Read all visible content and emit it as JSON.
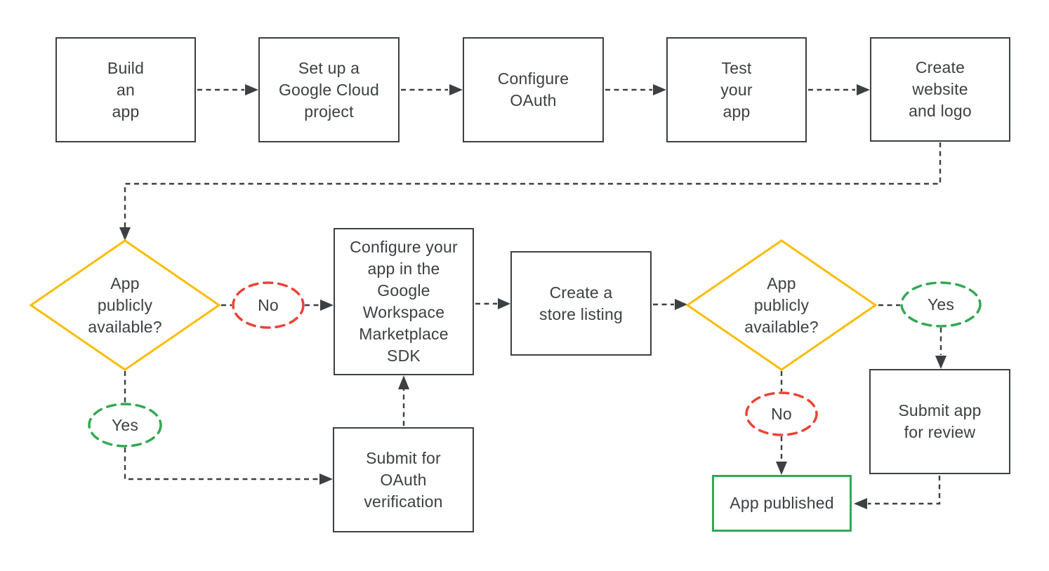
{
  "diagram": {
    "colors": {
      "outline": "#3c4043",
      "text": "#3c4043",
      "decision_yellow": "#fbbc04",
      "yes_green": "#34a853",
      "no_red": "#ea4335",
      "published_green": "#34a853"
    },
    "nodes": {
      "build_app": {
        "type": "process",
        "label": [
          "Build",
          "an",
          "app"
        ]
      },
      "setup_project": {
        "type": "process",
        "label": [
          "Set up a",
          "Google Cloud",
          "project"
        ]
      },
      "configure_oauth": {
        "type": "process",
        "label": [
          "Configure",
          "OAuth"
        ]
      },
      "test_app": {
        "type": "process",
        "label": [
          "Test",
          "your",
          "app"
        ]
      },
      "create_website": {
        "type": "process",
        "label": [
          "Create",
          "website",
          "and logo"
        ]
      },
      "decision_1": {
        "type": "decision",
        "label": [
          "App",
          "publicly",
          "available?"
        ]
      },
      "no_1": {
        "type": "answer-no",
        "label": "No"
      },
      "yes_1": {
        "type": "answer-yes",
        "label": "Yes"
      },
      "configure_sdk": {
        "type": "process",
        "label": [
          "Configure your",
          "app in the",
          "Google",
          "Workspace",
          "Marketplace",
          "SDK"
        ]
      },
      "store_listing": {
        "type": "process",
        "label": [
          "Create a",
          "store listing"
        ]
      },
      "decision_2": {
        "type": "decision",
        "label": [
          "App",
          "publicly",
          "available?"
        ]
      },
      "yes_2": {
        "type": "answer-yes",
        "label": "Yes"
      },
      "no_2": {
        "type": "answer-no",
        "label": "No"
      },
      "submit_review": {
        "type": "process",
        "label": [
          "Submit app",
          "for review"
        ]
      },
      "submit_oauth": {
        "type": "process",
        "label": [
          "Submit for",
          "OAuth",
          "verification"
        ]
      },
      "app_published": {
        "type": "terminal",
        "label": "App published"
      }
    },
    "edges": [
      {
        "from": "build_app",
        "to": "setup_project"
      },
      {
        "from": "setup_project",
        "to": "configure_oauth"
      },
      {
        "from": "configure_oauth",
        "to": "test_app"
      },
      {
        "from": "test_app",
        "to": "create_website"
      },
      {
        "from": "create_website",
        "to": "decision_1"
      },
      {
        "from": "decision_1",
        "to": "configure_sdk",
        "label": "No"
      },
      {
        "from": "decision_1",
        "to": "submit_oauth",
        "label": "Yes"
      },
      {
        "from": "submit_oauth",
        "to": "configure_sdk"
      },
      {
        "from": "configure_sdk",
        "to": "store_listing"
      },
      {
        "from": "store_listing",
        "to": "decision_2"
      },
      {
        "from": "decision_2",
        "to": "submit_review",
        "label": "Yes"
      },
      {
        "from": "decision_2",
        "to": "app_published",
        "label": "No"
      },
      {
        "from": "submit_review",
        "to": "app_published"
      }
    ]
  }
}
